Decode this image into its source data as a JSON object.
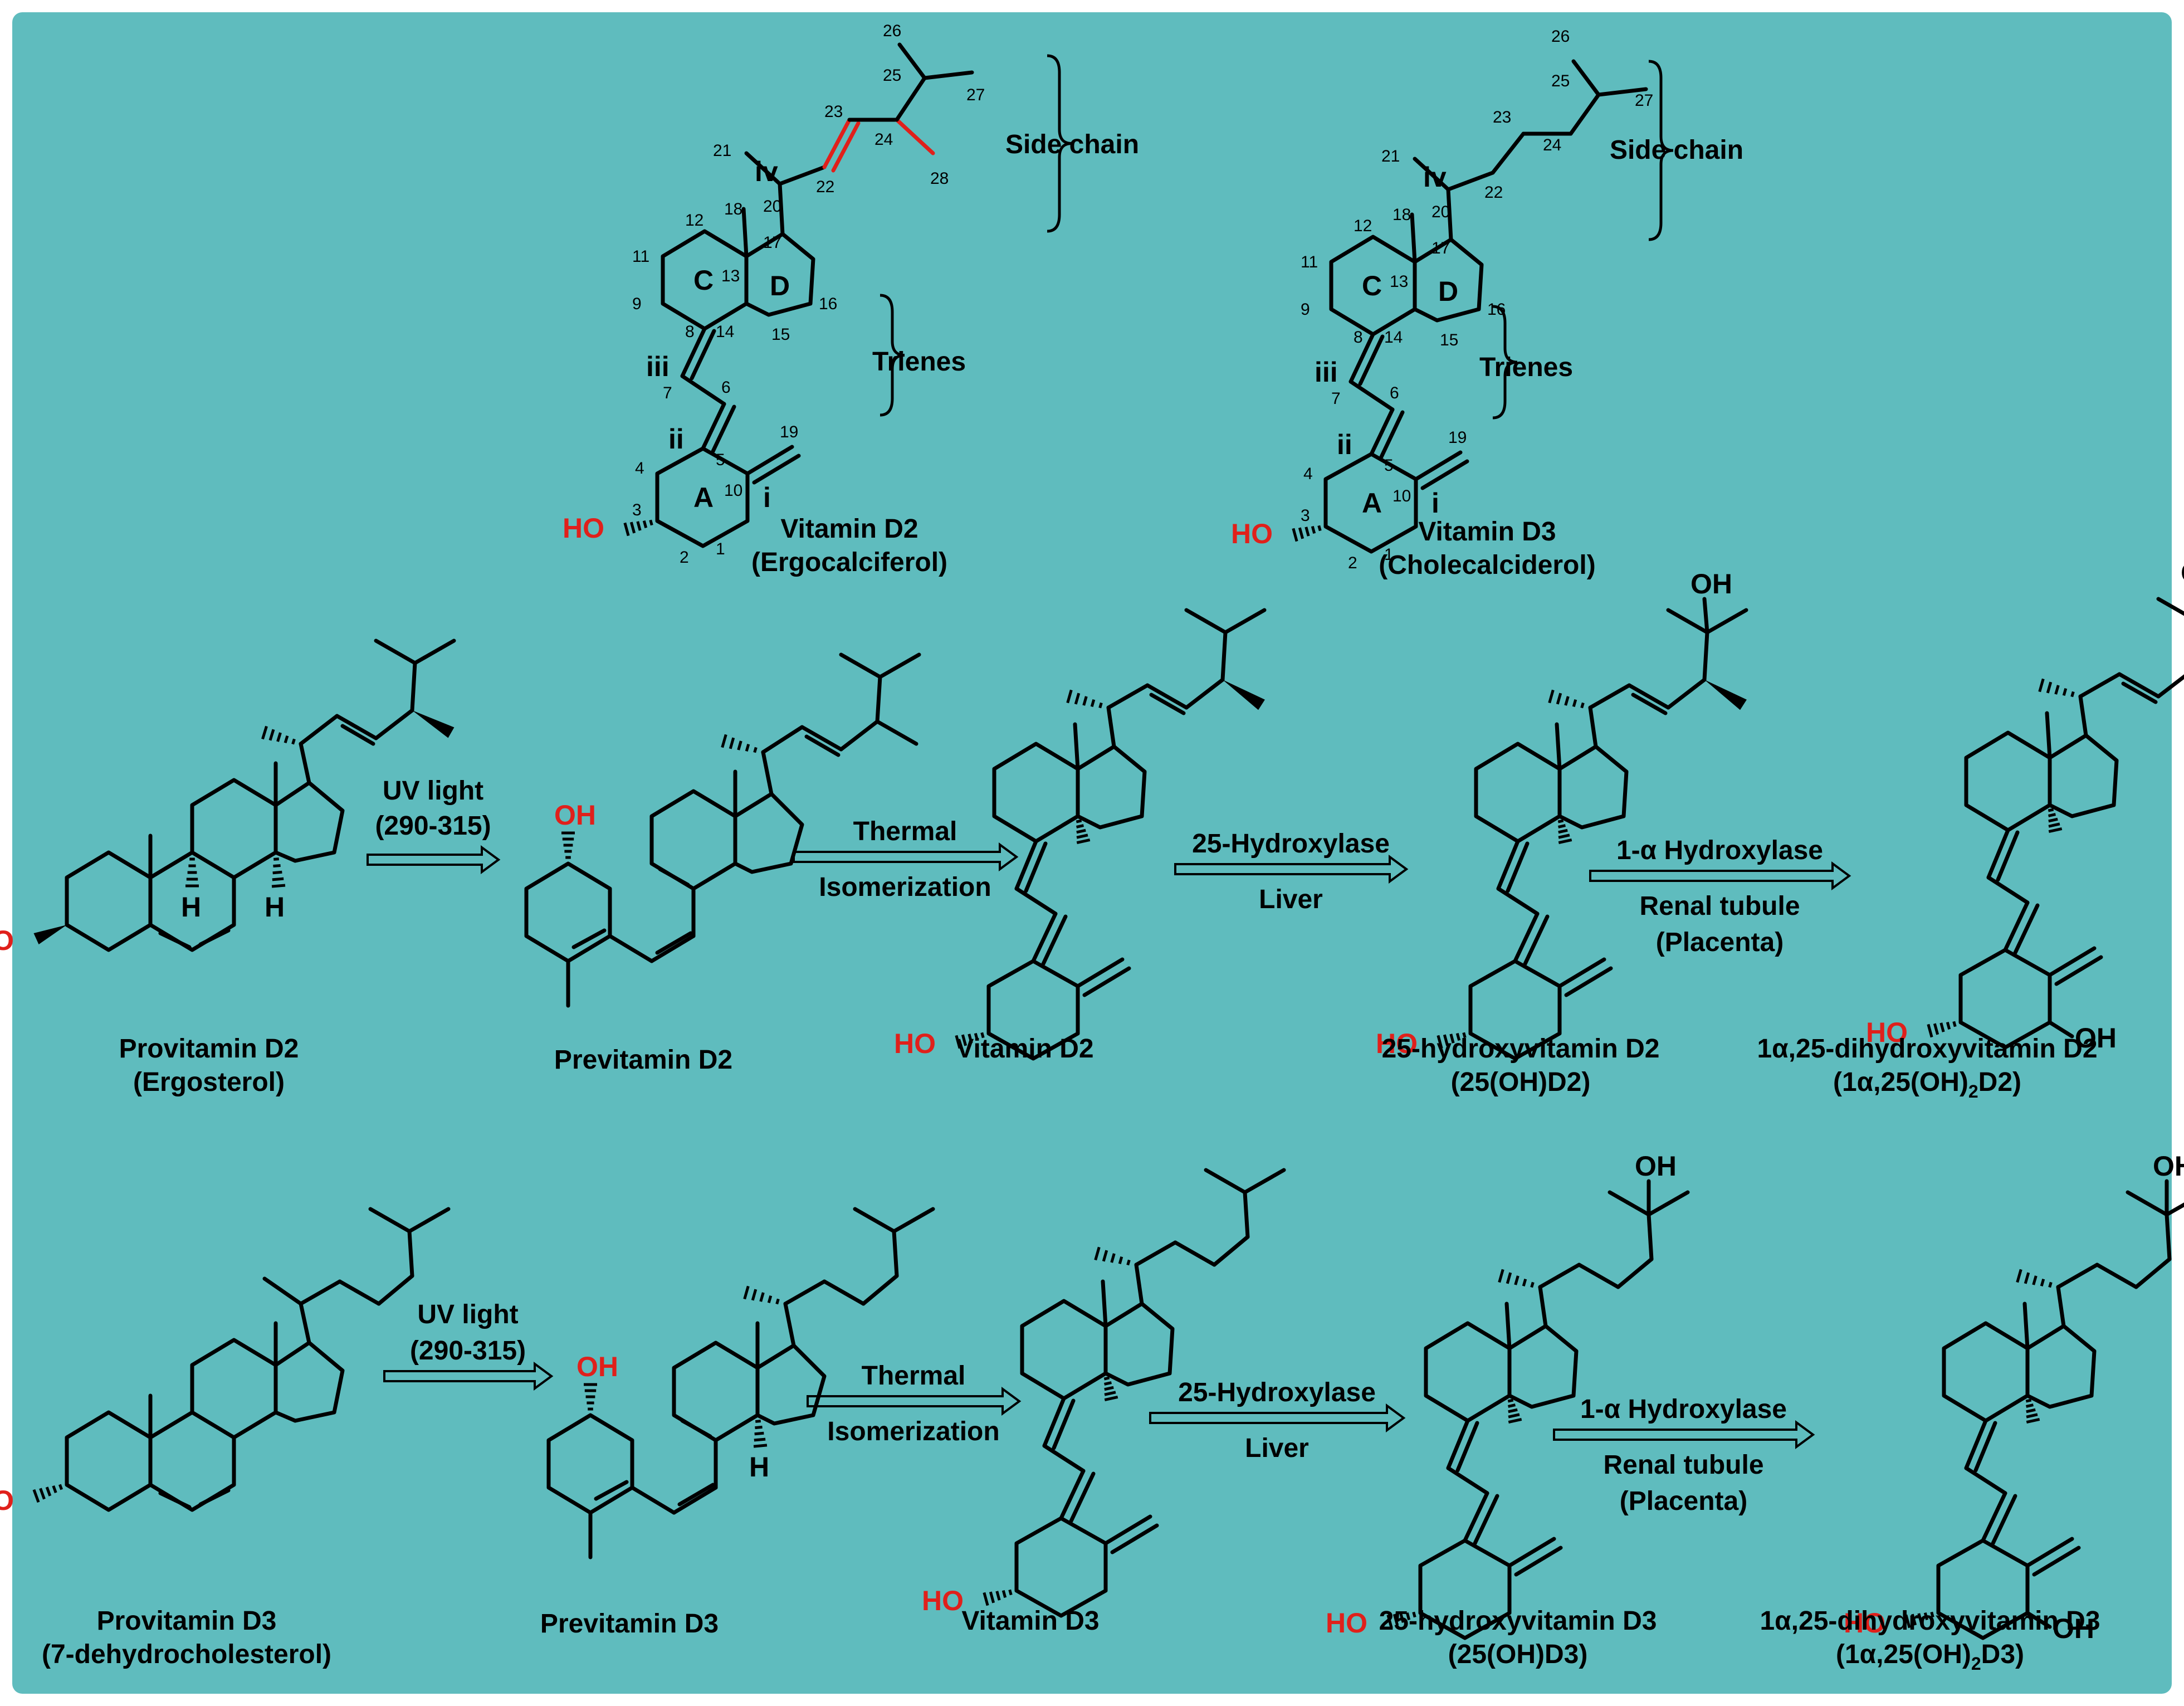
{
  "top_structures": {
    "d2": {
      "name": "Vitamin D2",
      "alt_name": "(Ergocalciferol)",
      "side_chain_label": "Side chain",
      "trienes_label": "Trienes",
      "ring_labels": [
        "A",
        "C",
        "D"
      ],
      "roman_labels": [
        "i",
        "ii",
        "iii",
        "iv"
      ],
      "hydroxyl": "HO",
      "atom_numbers": [
        "1",
        "2",
        "3",
        "4",
        "5",
        "6",
        "7",
        "8",
        "9",
        "10",
        "11",
        "12",
        "13",
        "14",
        "15",
        "16",
        "17",
        "18",
        "19",
        "20",
        "21",
        "22",
        "23",
        "24",
        "25",
        "26",
        "27",
        "28"
      ]
    },
    "d3": {
      "name": "Vitamin D3",
      "alt_name": "(Cholecalciderol)",
      "side_chain_label": "Side chain",
      "trienes_label": "Trienes",
      "ring_labels": [
        "A",
        "C",
        "D"
      ],
      "roman_labels": [
        "i",
        "ii",
        "iii",
        "iv"
      ],
      "hydroxyl": "HO",
      "atom_numbers": [
        "1",
        "2",
        "3",
        "4",
        "5",
        "6",
        "7",
        "8",
        "9",
        "10",
        "11",
        "12",
        "13",
        "14",
        "15",
        "16",
        "17",
        "18",
        "19",
        "20",
        "21",
        "22",
        "23",
        "24",
        "25",
        "26",
        "27"
      ]
    }
  },
  "row_d2": {
    "compounds": [
      {
        "name": "Provitamin D2",
        "alt_name": "(Ergosterol)",
        "hydroxyl": "HO",
        "h_labels": [
          "H",
          "H"
        ]
      },
      {
        "name": "Previtamin D2",
        "hydroxyl": "OH"
      },
      {
        "name": "Vitamin D2",
        "hydroxyl": "HO"
      },
      {
        "name": "25-hydroxyvitamin D2",
        "alt_name": "(25(OH)D2)",
        "hydroxyl": "HO",
        "oh_top": "OH"
      },
      {
        "name": "1α,25-dihydroxyvitamin D2",
        "alt_name_pre": "(1α,25(OH)",
        "alt_name_sub": "2",
        "alt_name_post": "D2)",
        "hydroxyl": "HO",
        "oh_top": "OH",
        "oh_ring": "OH"
      }
    ],
    "arrows": [
      {
        "top": "UV light",
        "bottom": "(290-315)"
      },
      {
        "top": "Thermal",
        "bottom": "Isomerization"
      },
      {
        "top": "25-Hydroxylase",
        "bottom": "Liver"
      },
      {
        "top": "1-α Hydroxylase",
        "bottom": "Renal tubule",
        "bottom2": "(Placenta)"
      }
    ]
  },
  "row_d3": {
    "compounds": [
      {
        "name": "Provitamin D3",
        "alt_name": "(7-dehydrocholesterol)",
        "hydroxyl": "HO"
      },
      {
        "name": "Previtamin D3",
        "hydroxyl": "OH",
        "h_labels": [
          "H"
        ]
      },
      {
        "name": "Vitamin D3",
        "hydroxyl": "HO"
      },
      {
        "name": "25-hydroxyvitamin D3",
        "alt_name": "(25(OH)D3)",
        "hydroxyl": "HO",
        "oh_top": "OH"
      },
      {
        "name": "1α,25-dihydroxyvitamin D3",
        "alt_name_pre": "(1α,25(OH)",
        "alt_name_sub": "2",
        "alt_name_post": "D3)",
        "hydroxyl": "HO",
        "oh_top": "OH",
        "oh_ring": "OH"
      }
    ],
    "arrows": [
      {
        "top": "UV light",
        "bottom": "(290-315)"
      },
      {
        "top": "Thermal",
        "bottom": "Isomerization"
      },
      {
        "top": "25-Hydroxylase",
        "bottom": "Liver"
      },
      {
        "top": "1-α Hydroxylase",
        "bottom": "Renal tubule",
        "bottom2": "(Placenta)"
      }
    ]
  },
  "colors": {
    "background": "#5fbcbe",
    "hydroxyl": "#e0201b",
    "highlight_bond": "#e0201b",
    "ink": "#000000"
  }
}
